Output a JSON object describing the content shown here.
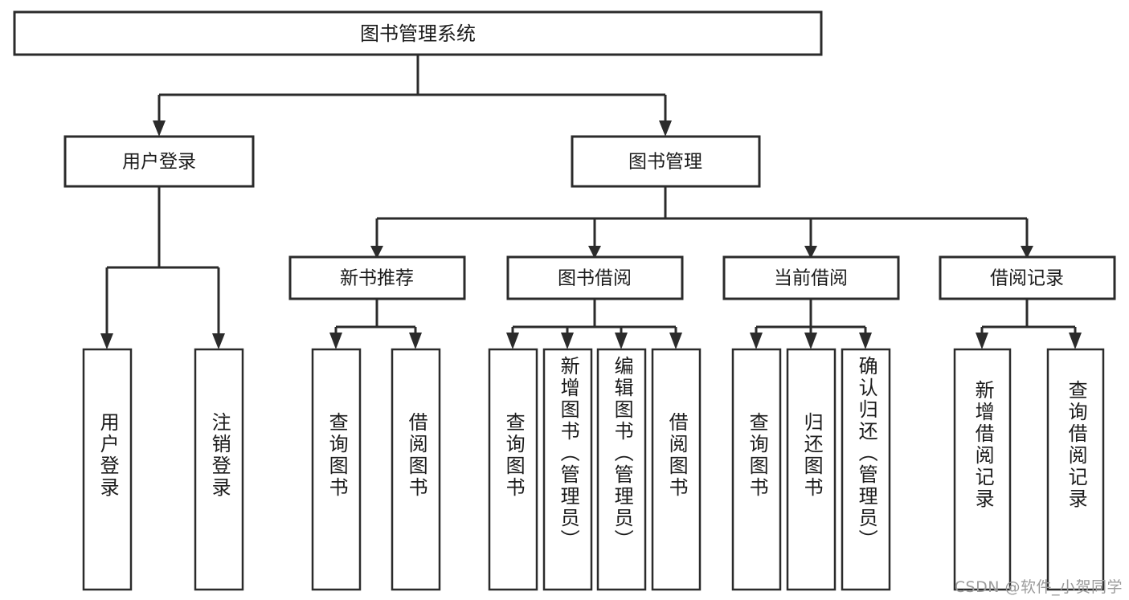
{
  "diagram": {
    "type": "tree-hierarchy",
    "title": "图书管理系统",
    "watermark": "CSDN @软件_小贺同学",
    "colors": {
      "box_stroke": "#2b2b2b",
      "box_fill": "#ffffff",
      "connector": "#2b2b2b",
      "text": "#1b1b1b",
      "watermark": "#9b9b9b",
      "background": "#ffffff"
    },
    "root": {
      "label": "图书管理系统"
    },
    "level2": [
      {
        "label": "用户登录"
      },
      {
        "label": "图书管理"
      }
    ],
    "level3": [
      {
        "label": "新书推荐"
      },
      {
        "label": "图书借阅"
      },
      {
        "label": "当前借阅"
      },
      {
        "label": "借阅记录"
      }
    ],
    "leaves": {
      "user_login": [
        {
          "label": "用户登录"
        },
        {
          "label": "注销登录"
        }
      ],
      "new_book_recommend": [
        {
          "label": "查询图书"
        },
        {
          "label": "借阅图书"
        }
      ],
      "book_borrow": [
        {
          "label": "查询图书"
        },
        {
          "label": "新增图书（管理员）"
        },
        {
          "label": "编辑图书（管理员）"
        },
        {
          "label": "借阅图书"
        }
      ],
      "current_borrow": [
        {
          "label": "查询图书"
        },
        {
          "label": "归还图书"
        },
        {
          "label": "确认归还（管理员）"
        }
      ],
      "borrow_record": [
        {
          "label": "新增借阅记录"
        },
        {
          "label": "查询借阅记录"
        }
      ]
    }
  }
}
